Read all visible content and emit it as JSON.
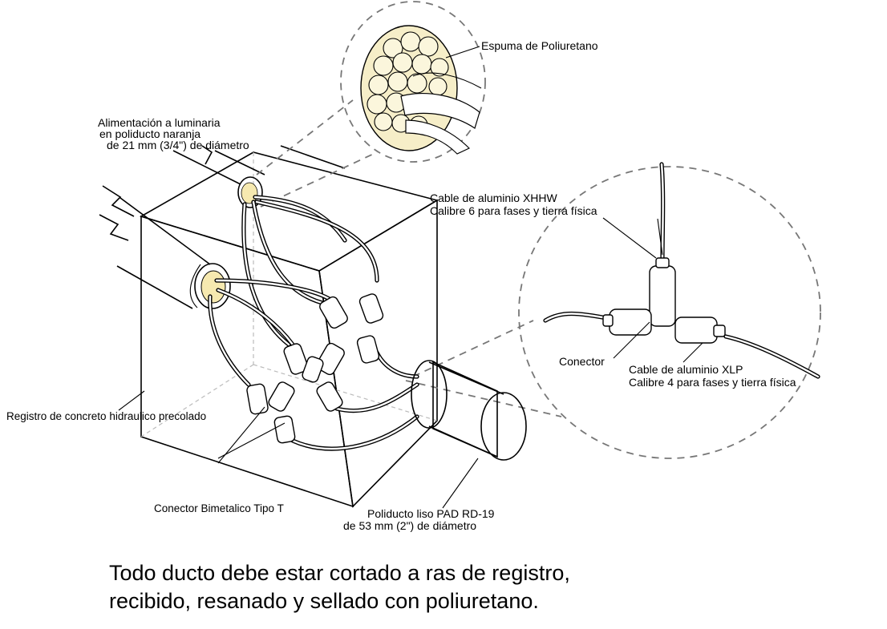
{
  "labels": {
    "espuma": "Espuma de Poliuretano",
    "alimentacion_1": "Alimentación a luminaria",
    "alimentacion_2": "en poliducto naranja",
    "alimentacion_3": "de 21 mm (3/4\") de diámetro",
    "xhhw_1": "Cable de aluminio XHHW",
    "xhhw_2": "Calibre 6 para fases y tierra física",
    "conector": "Conector",
    "xlp_1": "Cable de aluminio XLP",
    "xlp_2": "Calibre 4 para fases y tierra física",
    "registro": "Registro de concreto hidraulico precolado",
    "conector_bimetalico": "Conector Bimetalico Tipo T",
    "poliducto_1": "Poliducto liso PAD RD-19",
    "poliducto_2": "de 53 mm (2\") de diámetro"
  },
  "note": {
    "line1": "Todo ducto debe estar cortado a ras de registro,",
    "line2": "recibido, resanado y sellado con poliuretano."
  }
}
